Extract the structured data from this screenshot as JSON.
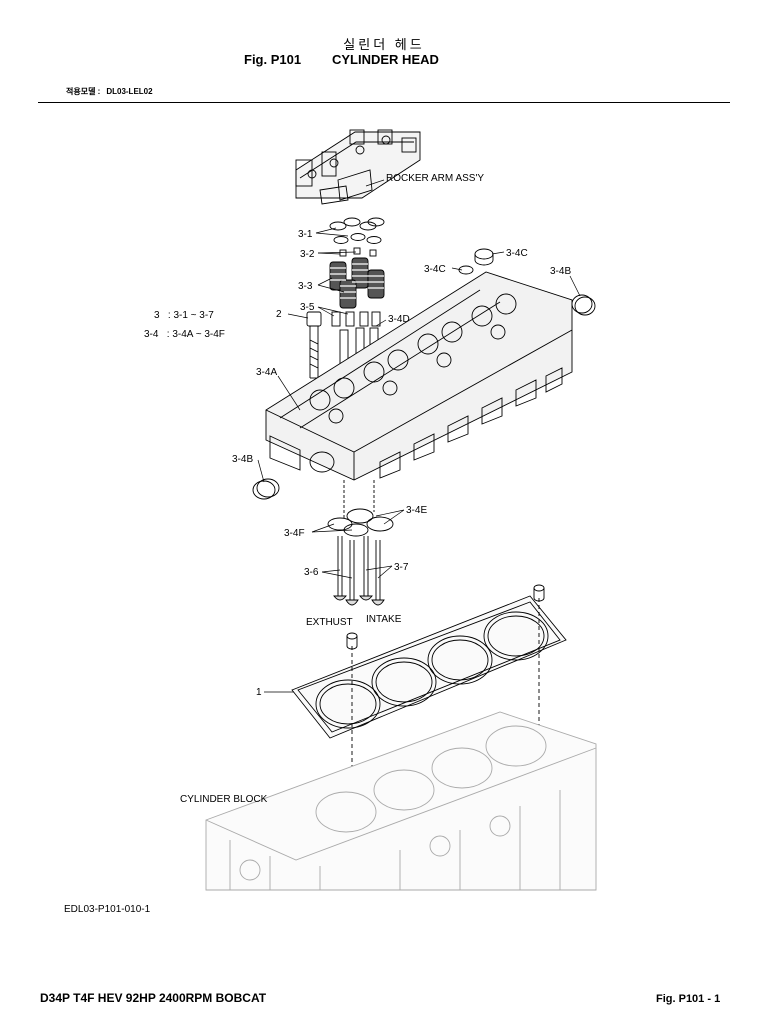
{
  "header": {
    "title_korean": "실린더 헤드",
    "fig_number": "Fig. P101",
    "fig_title": "CYLINDER HEAD",
    "model_label": "적용모델 :",
    "model_value": "DL03-LEL02"
  },
  "diagram": {
    "callouts": {
      "rocker_arm": "ROCKER ARM ASS'Y",
      "p3_1": "3-1",
      "p3_2": "3-2",
      "p3_3": "3-3",
      "p3_5": "3-5",
      "p2": "2",
      "p3_4d": "3-4D",
      "p3_4c_a": "3-4C",
      "p3_4c_b": "3-4C",
      "p3_4b_a": "3-4B",
      "p3_4a": "3-4A",
      "p3_4b_b": "3-4B",
      "p3_4e": "3-4E",
      "p3_4f": "3-4F",
      "p3_6": "3-6",
      "p3_7": "3-7",
      "exhaust": "EXTHUST",
      "intake": "INTAKE",
      "p1": "1",
      "cylinder_block": "CYLINDER BLOCK"
    },
    "legend": {
      "row1": "3   : 3-1 ~ 3-7",
      "row2": "3-4   : 3-4A ~ 3-4F"
    }
  },
  "drawing_code": "EDL03-P101-010-1",
  "footer": {
    "left": "D34P T4F HEV 92HP 2400RPM BOBCAT",
    "right": "Fig. P101 - 1"
  }
}
